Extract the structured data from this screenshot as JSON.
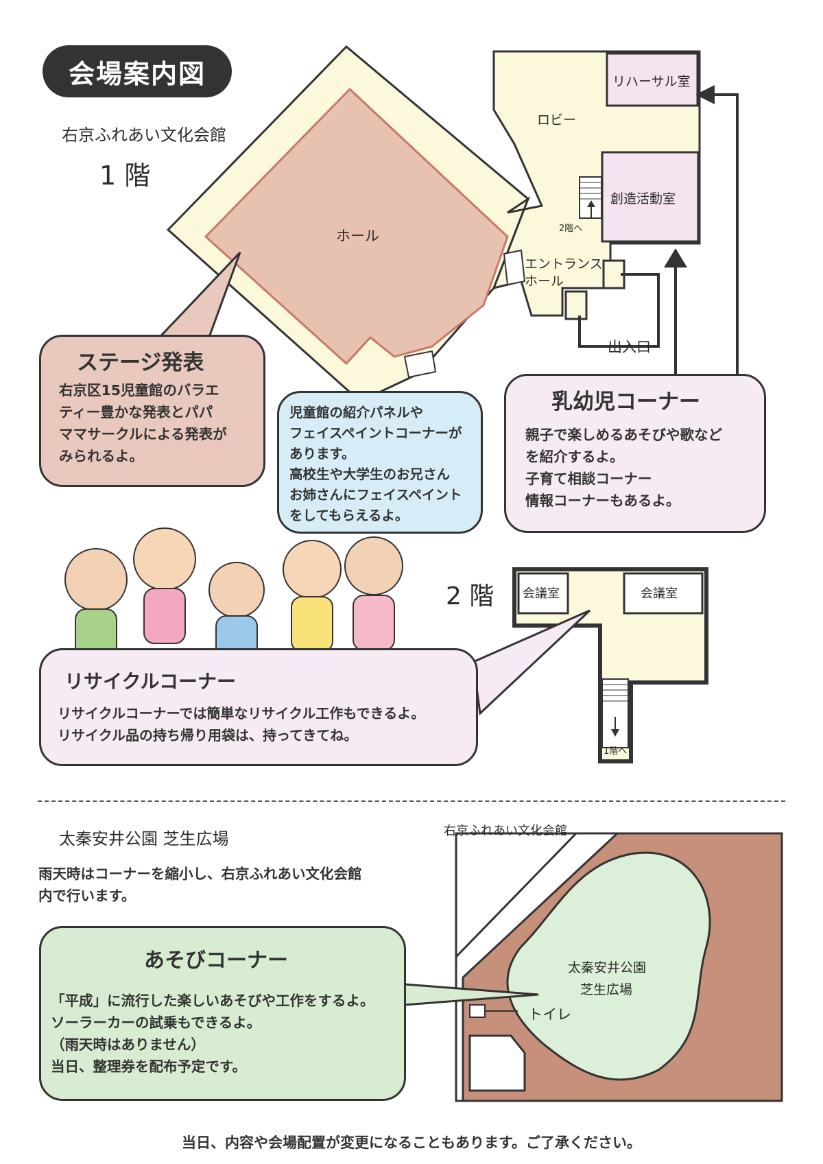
{
  "header": {
    "title": "会場案内図",
    "venue": "右京ふれあい文化会館",
    "floor1": "1 階"
  },
  "floor1_map": {
    "hall": "ホール",
    "lobby": "ロビー",
    "rehearsal_room": "リハーサル室",
    "creative_room": "創造活動室",
    "to_2f": "2階へ",
    "entrance_hall_1": "エントランス",
    "entrance_hall_2": "ホール",
    "exit": "出入口"
  },
  "stage_bubble": {
    "title": "ステージ発表",
    "body": "右京区15児童館のバラエ\nティー豊かな発表とパパ\nママサークルによる発表が\nみられるよ。"
  },
  "info_bubble": {
    "body": "児童館の紹介パネルや\nフェイスペイントコーナーが\nあります。\n高校生や大学生のお兄さん\nお姉さんにフェイスペイント\nをしてもらえるよ。"
  },
  "infant_bubble": {
    "title": "乳幼児コーナー",
    "body": "親子で楽しめるあそびや歌など\nを紹介するよ。\n子育て相談コーナー\n情報コーナーもあるよ。"
  },
  "floor2_map": {
    "label": "2 階",
    "meeting_room_1": "会議室",
    "meeting_room_2": "会議室",
    "to_1f": "1階へ"
  },
  "recycle_bubble": {
    "title": "リサイクルコーナー",
    "body": "リサイクルコーナーでは簡単なリサイクル工作もできるよ。\nリサイクル品の持ち帰り用袋は、持ってきてね。"
  },
  "park": {
    "title": "太秦安井公園 芝生広場",
    "notice": "雨天時はコーナーを縮小し、右京ふれあい文化会館\n内で行います。",
    "map_building": "右京ふれあい文化会館",
    "map_park_1": "太秦安井公園",
    "map_park_2": "芝生広場",
    "toilet": "トイレ"
  },
  "play_bubble": {
    "title": "あそびコーナー",
    "body": "「平成」に流行した楽しいあそびや工作をするよ。\nソーラーカーの試乗もできるよ。\n（雨天時はありません）\n当日、整理券を配布予定です。"
  },
  "footer": "当日、内容や会場配置が変更になることもあります。ご了承ください。",
  "colors": {
    "hall_fill": "#e8c2b0",
    "hall_border": "#c9776a",
    "lobby_fill": "#fbf8dc",
    "room_fill": "#f5e4f0",
    "stage_bubble": "#e9c9bd",
    "info_bubble": "#d6ecf6",
    "infant_bubble": "#f6eaf4",
    "recycle_bubble": "#f6eaf4",
    "play_bubble": "#d8ecd2",
    "park_ground": "#c6907a",
    "park_lawn": "#dcefd8"
  },
  "icons": [
    "children-illustration",
    "arrow-up-icon",
    "arrow-down-icon",
    "stairs-icon"
  ]
}
